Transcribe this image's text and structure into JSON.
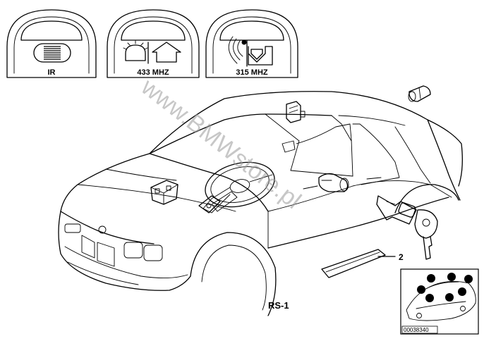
{
  "badges": [
    {
      "label": "IR",
      "icon": "ir-grille-icon"
    },
    {
      "label": "433 MHZ",
      "icon": "radio-house-icon"
    },
    {
      "label": "315 MHZ",
      "icon": "radio-signal-house-icon"
    }
  ],
  "callout": {
    "number": "2"
  },
  "section_label": "RS-1",
  "watermark": "www.BMWstore.pl",
  "inset": {
    "code": "00038340"
  }
}
